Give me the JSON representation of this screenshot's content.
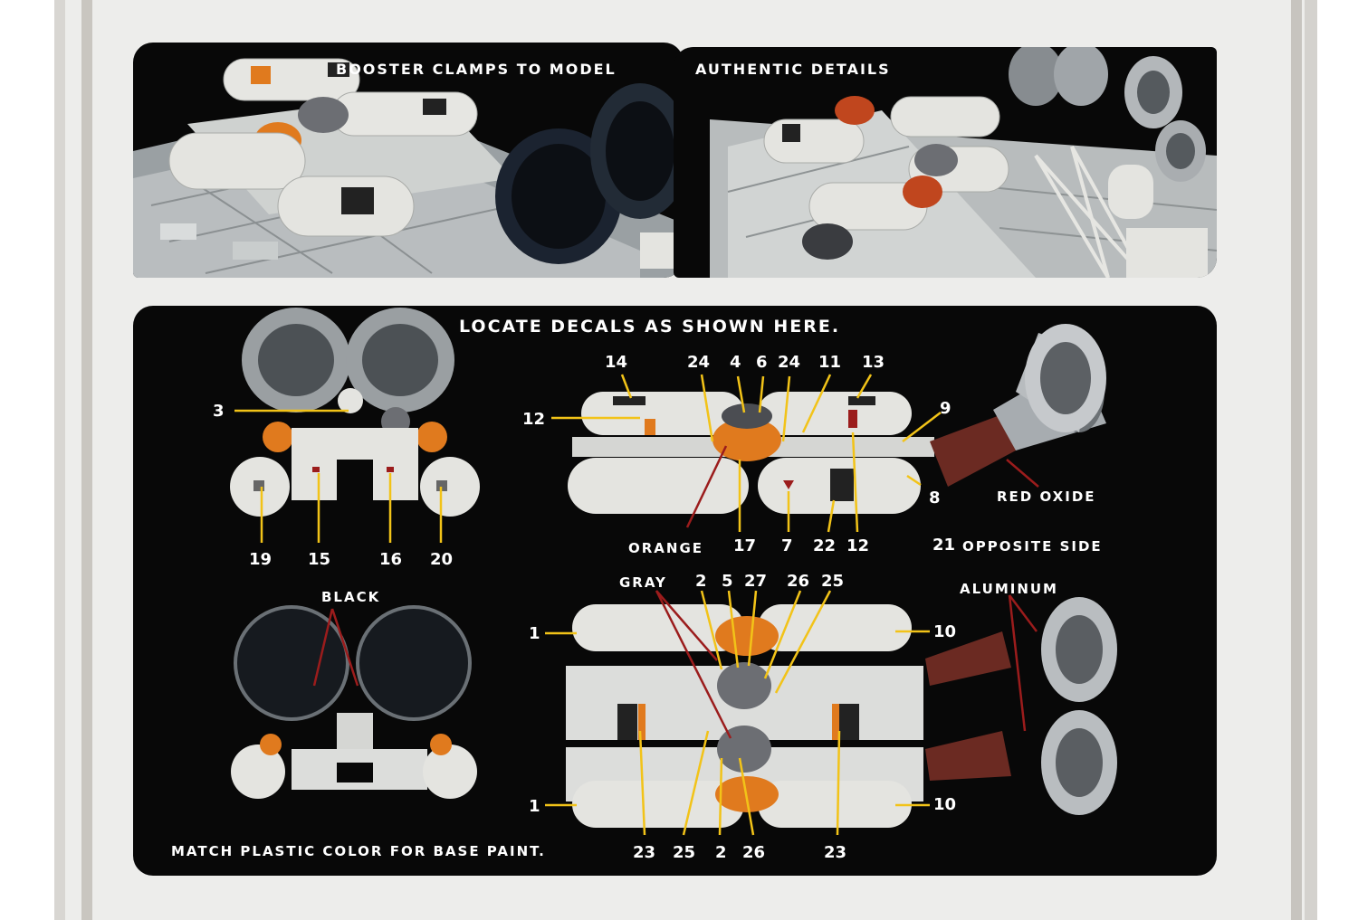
{
  "top_left_panel": {
    "title": "BOOSTER CLAMPS TO MODEL"
  },
  "top_right_panel": {
    "title": "AUTHENTIC DETAILS"
  },
  "main_panel": {
    "title": "LOCATE DECALS AS SHOWN HERE.",
    "footer": "MATCH PLASTIC COLOR FOR BASE PAINT.",
    "front_view": {
      "labels": [
        "3",
        "19",
        "15",
        "16",
        "20"
      ]
    },
    "side_view": {
      "top_numbers": [
        "14",
        "24",
        "4",
        "6",
        "24",
        "11",
        "13"
      ],
      "left_numbers": [
        "12"
      ],
      "right_numbers": [
        "9",
        "8"
      ],
      "bottom_numbers": [
        "17",
        "7",
        "22",
        "12"
      ],
      "orange_label": "ORANGE",
      "red_oxide_label": "RED OXIDE",
      "opposite_side_num": "21",
      "opposite_side_text": "OPPOSITE SIDE"
    },
    "rear_view": {
      "black_label": "BLACK"
    },
    "top_view": {
      "gray_label": "GRAY",
      "aluminum_label": "ALUMINUM",
      "top_numbers": [
        "2",
        "5",
        "27",
        "26",
        "25"
      ],
      "left_numbers": [
        "1",
        "1"
      ],
      "right_numbers": [
        "10",
        "10"
      ],
      "bottom_numbers": [
        "23",
        "25",
        "2",
        "26",
        "23"
      ]
    }
  },
  "colors": {
    "panel_bg": "#080808",
    "box_bg": "#ededeb",
    "leader_yellow": "#f2c318",
    "leader_red": "#9b1c1c",
    "orange_part": "#e07a1e",
    "gray_part": "#6c6e73",
    "red_oxide": "#6b2a22",
    "white_part": "#e4e4e0"
  }
}
